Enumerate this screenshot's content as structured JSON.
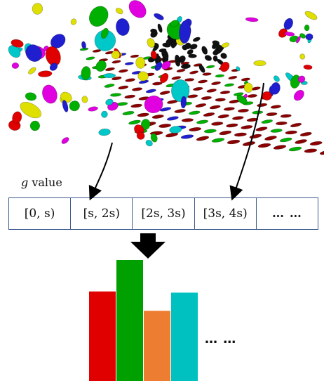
{
  "g_axis": {
    "variable": "g",
    "label": " value"
  },
  "bins": [
    "[0, s)",
    "[s, 2s)",
    "[2s, 3s)",
    "[3s, 4s)",
    "… …"
  ],
  "histogram": {
    "bars": [
      {
        "color": "#e00000",
        "value": 0.74
      },
      {
        "color": "#00a000",
        "value": 1.0
      },
      {
        "color": "#ed7d31",
        "value": 0.58
      },
      {
        "color": "#00c0c0",
        "value": 0.73
      }
    ],
    "more": "… …"
  },
  "glyph_colors": [
    "#e0e000",
    "#00c8c8",
    "#1f1fd0",
    "#e000e0",
    "#00b000",
    "#e00000",
    "#111111",
    "#8b0000"
  ]
}
